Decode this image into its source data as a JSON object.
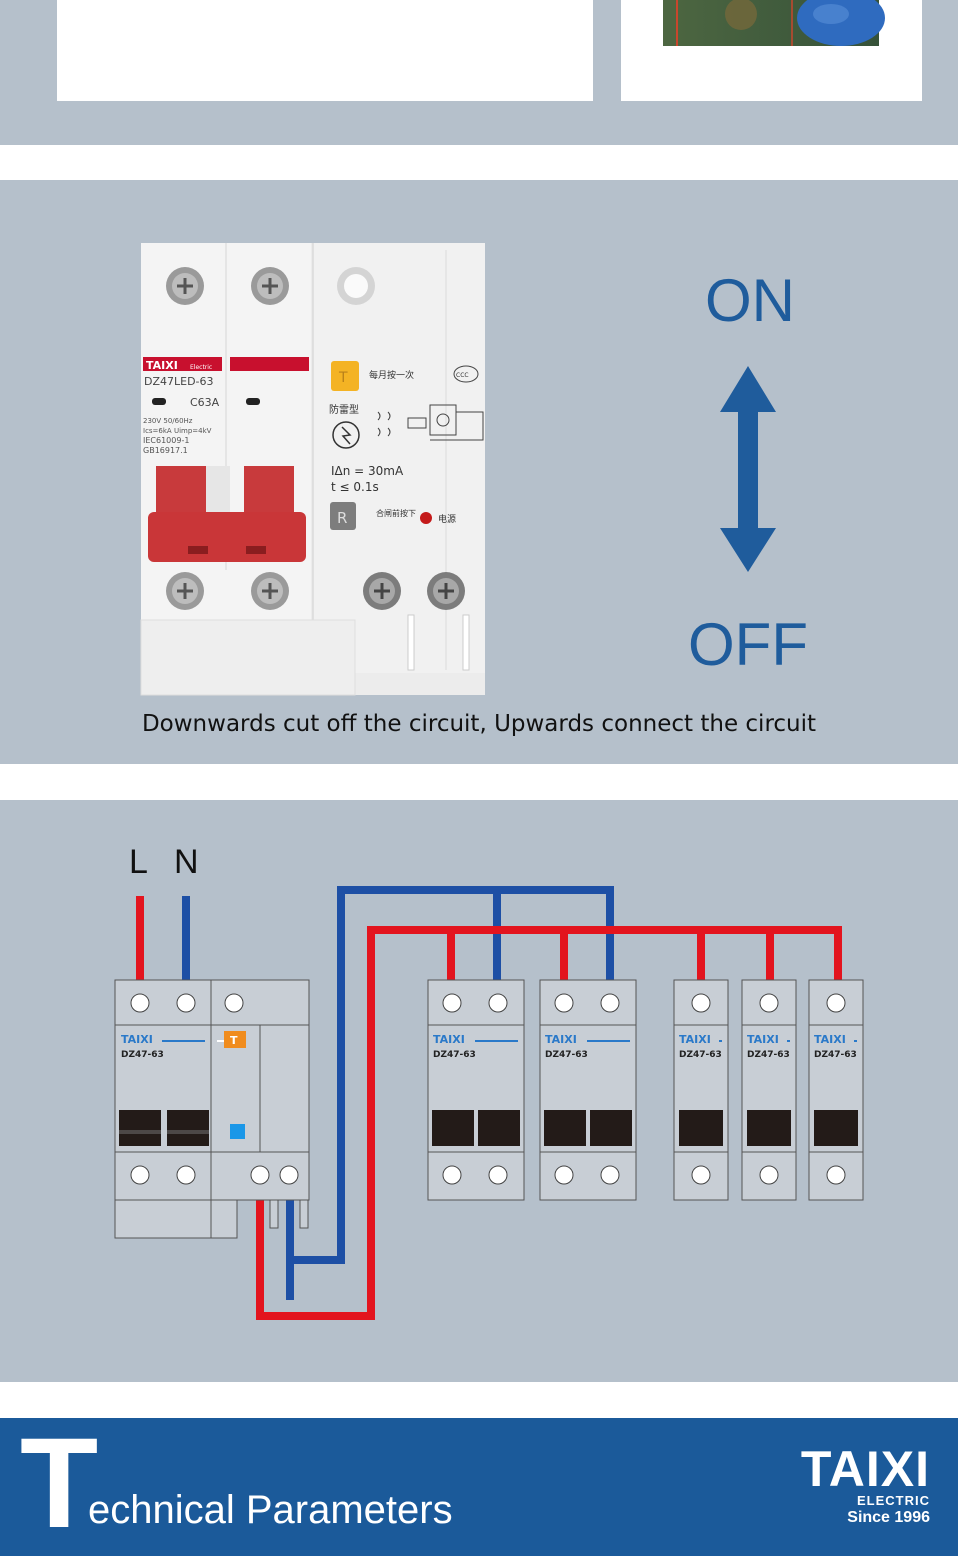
{
  "product": {
    "brand": "TAIXI",
    "brand_suffix": "Electric",
    "model": "DZ47LED-63",
    "rating": "C63A",
    "spec_lines": [
      "230V  50/60Hz",
      "Ics=6kA  Uimp=4kV",
      "IEC61009-1",
      "GB16917.1"
    ],
    "test_note": "每月按一次",
    "cert_mark": "CCC",
    "surge_type": "防雷型",
    "residual_current": "IΔn = 30mA",
    "trip_time": "t ≤ 0.1s",
    "reset_note": "合闸前按下",
    "power_label": "电源",
    "test_button": "T",
    "reset_button": "R"
  },
  "switch_section": {
    "on_label": "ON",
    "off_label": "OFF",
    "caption": "Downwards cut off the circuit, Upwards connect the circuit"
  },
  "wiring": {
    "line_label": "L",
    "neutral_label": "N",
    "main_brand": "TAIXI",
    "main_model": "DZ47-63",
    "test_button": "T",
    "breakers": [
      {
        "brand": "TAIXI",
        "model": "DZ47-63",
        "poles": 2
      },
      {
        "brand": "TAIXI",
        "model": "DZ47-63",
        "poles": 2
      },
      {
        "brand": "TAIXI",
        "model": "DZ47-63",
        "poles": 1
      },
      {
        "brand": "TAIXI",
        "model": "DZ47-63",
        "poles": 1
      },
      {
        "brand": "TAIXI",
        "model": "DZ47-63",
        "poles": 1
      }
    ],
    "colors": {
      "live": "#e3141e",
      "neutral": "#1d4fa5"
    }
  },
  "footer": {
    "big_letter": "T",
    "title_rest": "echnical Parameters",
    "brand": "TAIXI",
    "brand_sub": "ELECTRIC",
    "since": "Since 1996"
  },
  "colors": {
    "band": "#b5c0cb",
    "accent_blue": "#1f5c9c",
    "footer": "#1b5a9a"
  }
}
